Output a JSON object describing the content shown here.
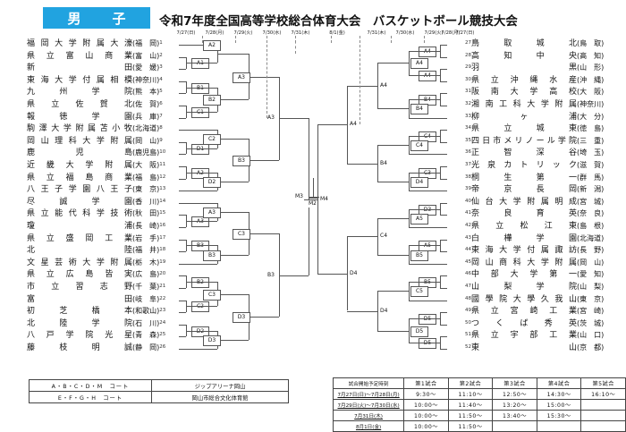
{
  "header": {
    "gender_label": "男　子",
    "title": "令和7年度全国高等学校総合体育大会　バスケットボール競技大会"
  },
  "dates": {
    "left": [
      "7/27(日)",
      "7/28(月)",
      "7/29(火)",
      "7/30(水)",
      "7/31(木)"
    ],
    "center": "8/1(金)",
    "right": [
      "7/31(木)",
      "7/30(水)",
      "7/29(火)",
      "7/28(月)",
      "7/27(日)"
    ]
  },
  "left_teams": [
    {
      "no": "1",
      "name": "福岡大学附属大濠",
      "pref": "福　岡"
    },
    {
      "no": "2",
      "name": "県立富山商業",
      "pref": "富　山"
    },
    {
      "no": "3",
      "name": "新田",
      "pref": "愛　媛"
    },
    {
      "no": "4",
      "name": "東海大学付属相模",
      "pref": "神奈川"
    },
    {
      "no": "5",
      "name": "九州学院",
      "pref": "熊　本"
    },
    {
      "no": "6",
      "name": "県立佐賀北",
      "pref": "佐　賀"
    },
    {
      "no": "7",
      "name": "報徳学園",
      "pref": "兵　庫"
    },
    {
      "no": "8",
      "name": "駒澤大学附属苫小牧",
      "pref": "北海道"
    },
    {
      "no": "9",
      "name": "岡山理科大学附属",
      "pref": "岡　山"
    },
    {
      "no": "10",
      "name": "鹿児島",
      "pref": "鹿児島"
    },
    {
      "no": "11",
      "name": "近畿大学附属",
      "pref": "大　阪"
    },
    {
      "no": "12",
      "name": "県立福島商業",
      "pref": "福　島"
    },
    {
      "no": "13",
      "name": "八王子学園八王子",
      "pref": "東　京"
    },
    {
      "no": "14",
      "name": "尽誠学園",
      "pref": "香　川"
    },
    {
      "no": "15",
      "name": "県立能代科学技術",
      "pref": "秋　田"
    },
    {
      "no": "16",
      "name": "瓊浦",
      "pref": "長　崎"
    },
    {
      "no": "17",
      "name": "県立盛岡工業",
      "pref": "岩　手"
    },
    {
      "no": "18",
      "name": "北陸",
      "pref": "福　井"
    },
    {
      "no": "19",
      "name": "文星芸術大学附属",
      "pref": "栃　木"
    },
    {
      "no": "20",
      "name": "県立広島皆実",
      "pref": "広　島"
    },
    {
      "no": "21",
      "name": "市立習志野",
      "pref": "千　葉"
    },
    {
      "no": "22",
      "name": "富田",
      "pref": "岐　阜"
    },
    {
      "no": "23",
      "name": "初芝橋本",
      "pref": "和歌山"
    },
    {
      "no": "24",
      "name": "北陸学院",
      "pref": "石　川"
    },
    {
      "no": "25",
      "name": "八戸学院光星",
      "pref": "青　森"
    },
    {
      "no": "26",
      "name": "藤枝明誠",
      "pref": "静　岡"
    }
  ],
  "right_teams": [
    {
      "no": "27",
      "name": "鳥取城北",
      "pref": "鳥　取"
    },
    {
      "no": "28",
      "name": "高知中央",
      "pref": "高　知"
    },
    {
      "no": "29",
      "name": "羽黒",
      "pref": "山　形"
    },
    {
      "no": "30",
      "name": "県立沖縄水産",
      "pref": "沖　縄"
    },
    {
      "no": "31",
      "name": "阪南大学高校",
      "pref": "大　阪"
    },
    {
      "no": "32",
      "name": "湘南工科大学附属",
      "pref": "神奈川"
    },
    {
      "no": "33",
      "name": "柳ヶ浦",
      "pref": "大　分"
    },
    {
      "no": "34",
      "name": "県立城東",
      "pref": "徳　島"
    },
    {
      "no": "35",
      "name": "四日市メリノール学院",
      "pref": "三　重"
    },
    {
      "no": "36",
      "name": "正智深谷",
      "pref": "埼　玉"
    },
    {
      "no": "37",
      "name": "光泉カトリック",
      "pref": "滋　賀"
    },
    {
      "no": "38",
      "name": "桐生第一",
      "pref": "群　馬"
    },
    {
      "no": "39",
      "name": "帝京長岡",
      "pref": "新　潟"
    },
    {
      "no": "40",
      "name": "仙台大学附属明成",
      "pref": "宮　城"
    },
    {
      "no": "41",
      "name": "奈良育英",
      "pref": "奈　良"
    },
    {
      "no": "42",
      "name": "県立松江東",
      "pref": "島　根"
    },
    {
      "no": "43",
      "name": "白樺学園",
      "pref": "北海道"
    },
    {
      "no": "44",
      "name": "東海大学付属諏訪",
      "pref": "長　野"
    },
    {
      "no": "45",
      "name": "岡山商科大学附属",
      "pref": "岡　山"
    },
    {
      "no": "46",
      "name": "中部大学第一",
      "pref": "愛　知"
    },
    {
      "no": "47",
      "name": "山梨学院",
      "pref": "山　梨"
    },
    {
      "no": "48",
      "name": "國學院大學久我山",
      "pref": "東　京"
    },
    {
      "no": "49",
      "name": "県立宮崎工業",
      "pref": "宮　崎"
    },
    {
      "no": "50",
      "name": "つくば秀英",
      "pref": "茨　城"
    },
    {
      "no": "51",
      "name": "県立宇部工業",
      "pref": "山　口"
    },
    {
      "no": "52",
      "name": "東山",
      "pref": "京　都"
    }
  ],
  "court_labels_left_r2": [
    "A1",
    "B1",
    "C1",
    "D1",
    "A2",
    "A3",
    "B3",
    "B2",
    "C2",
    "D2"
  ],
  "court_labels_left_r3": [
    "A2",
    "B2",
    "C2",
    "D2",
    "A3",
    "B3",
    "C3",
    "D3"
  ],
  "court_table": {
    "rows": [
      {
        "courts": "A・B・C・D・M　コート",
        "venue": "ジップアリーナ岡山"
      },
      {
        "courts": "E・F・G・H　コート",
        "venue": "岡山市総合文化体育館"
      }
    ]
  },
  "schedule_table": {
    "headers": [
      "試合開始予定時刻",
      "第1試合",
      "第2試合",
      "第3試合",
      "第4試合",
      "第5試合"
    ],
    "rows": [
      {
        "date": "7月27日(日)～7月28日(月)",
        "times": [
          "9:30～",
          "11:10～",
          "12:50～",
          "14:30～",
          "16:10～"
        ]
      },
      {
        "date": "7月29日(火)～7月30日(水)",
        "times": [
          "10:00～",
          "11:40～",
          "13:20～",
          "15:00～",
          ""
        ]
      },
      {
        "date": "7月31日(木)",
        "times": [
          "10:00～",
          "11:50～",
          "13:40～",
          "15:30～",
          ""
        ]
      },
      {
        "date": "8月1日(金)",
        "times": [
          "10:00～",
          "11:50～",
          "",
          "",
          ""
        ]
      }
    ]
  },
  "final_labels": {
    "left_semi": "M3",
    "final": "M2",
    "right_semi": "M4"
  }
}
